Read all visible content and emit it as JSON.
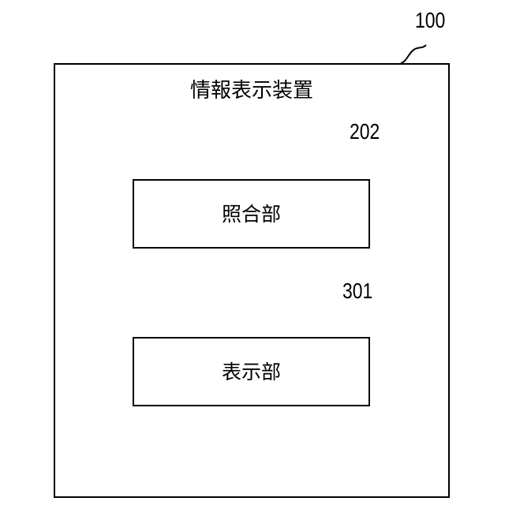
{
  "device": {
    "ref": "100",
    "title": "情報表示装置"
  },
  "components": [
    {
      "ref": "202",
      "label": "照合部"
    },
    {
      "ref": "301",
      "label": "表示部"
    }
  ]
}
